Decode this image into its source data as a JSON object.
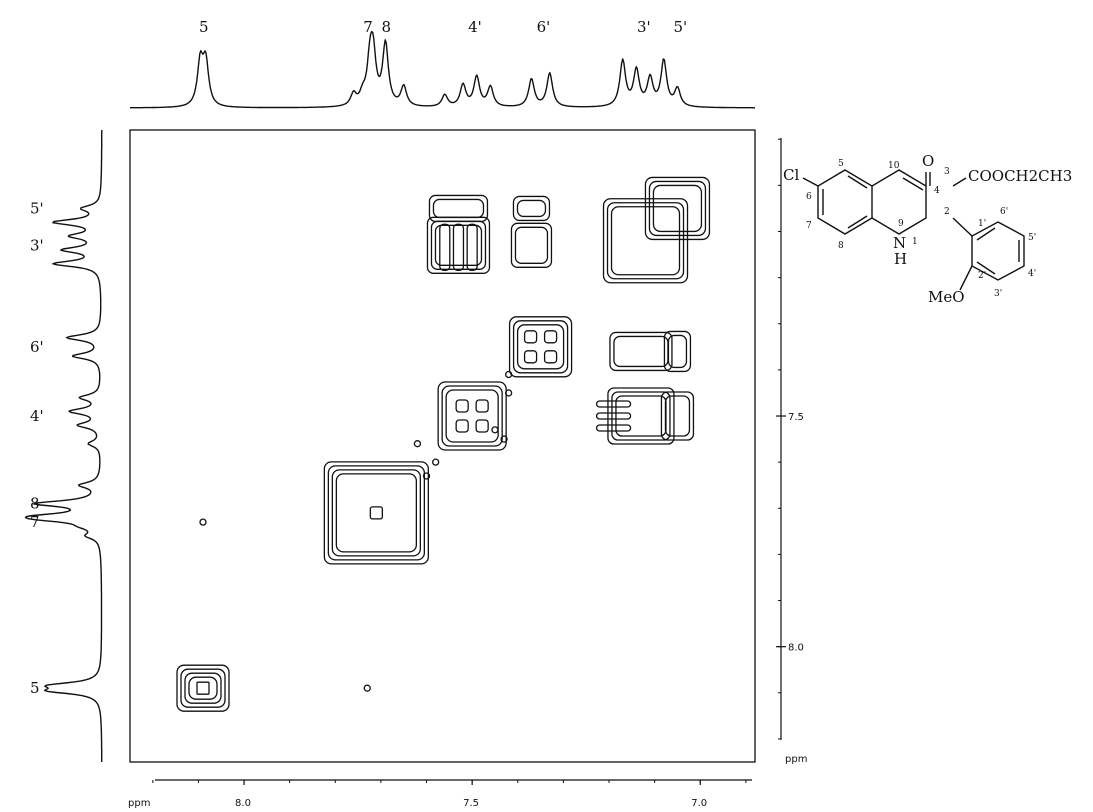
{
  "chart_data": {
    "type": "2D-NMR-COSY",
    "axes": {
      "x": {
        "xlim": [
          8.25,
          6.88
        ],
        "ticks": [
          8.0,
          7.5,
          7.0
        ],
        "tick_labels": [
          "8.0",
          "7.5",
          "7.0"
        ],
        "unit_label": "ppm"
      },
      "y": {
        "ylim": [
          6.88,
          8.25
        ],
        "ticks": [
          7.5,
          8.0
        ],
        "tick_labels": [
          "7.5",
          "8.0"
        ],
        "unit_label": "ppm"
      }
    },
    "peaks_1d": [
      {
        "label": "5",
        "shift": 8.09
      },
      {
        "label": "7",
        "shift": 7.73
      },
      {
        "label": "8",
        "shift": 7.69
      },
      {
        "label": "4'",
        "shift": 7.5
      },
      {
        "label": "6'",
        "shift": 7.35
      },
      {
        "label": "3'",
        "shift": 7.13
      },
      {
        "label": "5'",
        "shift": 7.05
      }
    ],
    "diagonal_peaks": [
      {
        "x": 8.09,
        "y": 8.09
      },
      {
        "x": 7.71,
        "y": 7.71
      },
      {
        "x": 7.5,
        "y": 7.5
      },
      {
        "x": 7.35,
        "y": 7.35
      },
      {
        "x": 7.12,
        "y": 7.12
      },
      {
        "x": 7.05,
        "y": 7.05
      }
    ],
    "cross_peaks": [
      {
        "x": 7.53,
        "y": 7.05
      },
      {
        "x": 7.53,
        "y": 7.13
      },
      {
        "x": 7.37,
        "y": 7.05
      },
      {
        "x": 7.37,
        "y": 7.13
      },
      {
        "x": 7.13,
        "y": 7.36
      },
      {
        "x": 7.05,
        "y": 7.36
      },
      {
        "x": 7.13,
        "y": 7.5
      },
      {
        "x": 7.05,
        "y": 7.5
      }
    ]
  },
  "structure": {
    "substituent_cl": "Cl",
    "carbonyl_o": "O",
    "ester": "COOCH2CH3",
    "nh_n": "N",
    "nh_h": "H",
    "methoxy": "MeO",
    "numbering": [
      "6",
      "5",
      "10",
      "4",
      "3",
      "2",
      "1'",
      "6'",
      "5'",
      "4'",
      "3'",
      "2'",
      "7",
      "8",
      "9",
      "1"
    ]
  }
}
